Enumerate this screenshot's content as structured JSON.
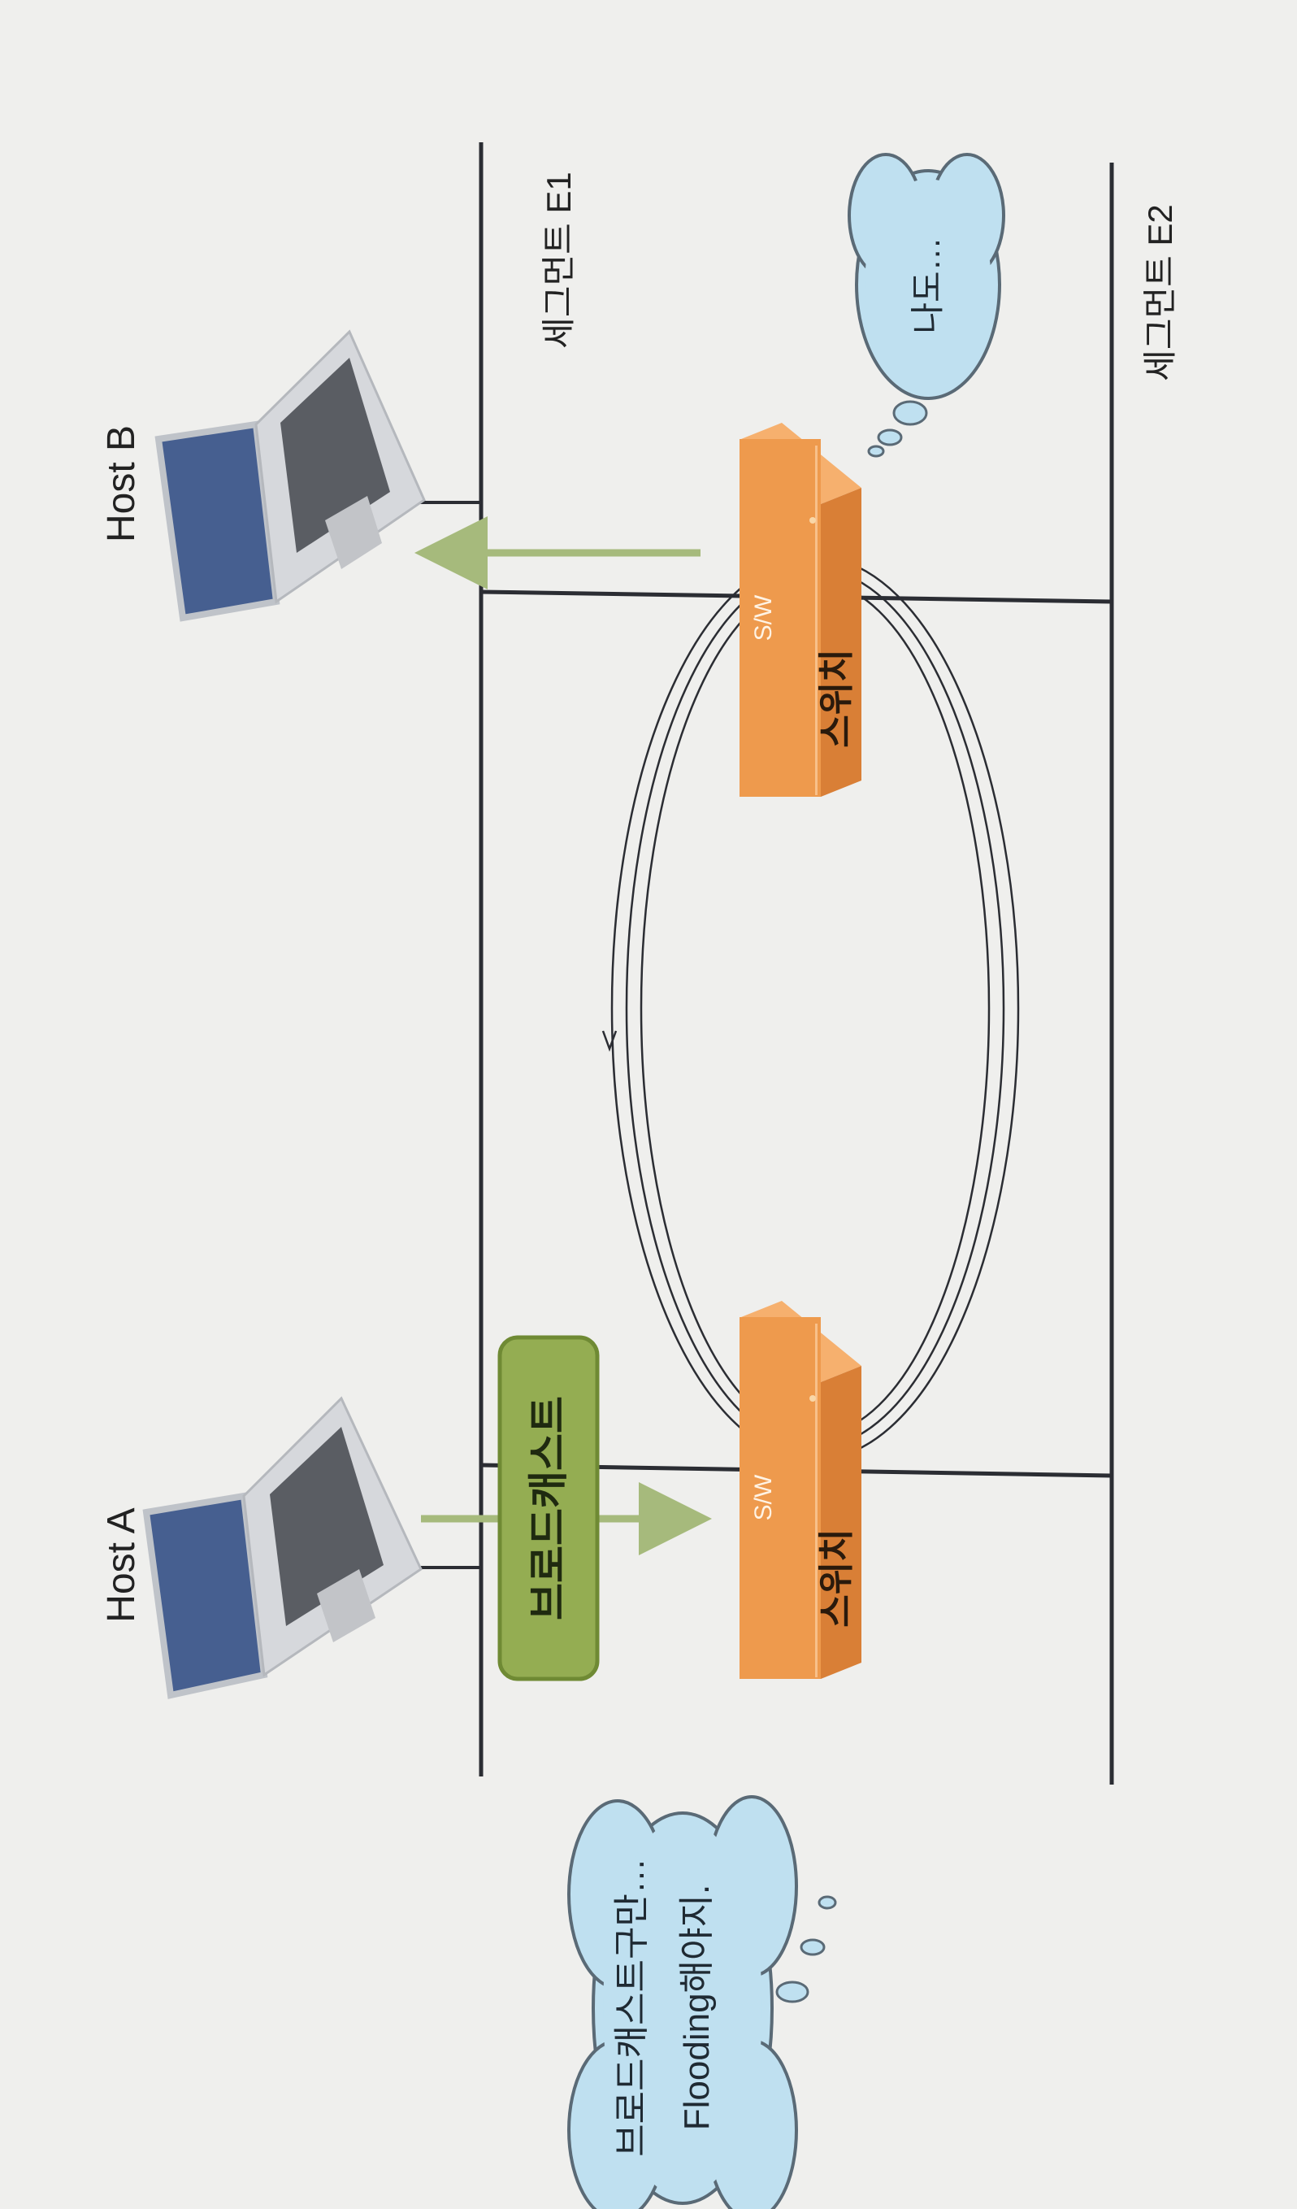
{
  "host_a": {
    "label": "Host A"
  },
  "host_b": {
    "label": "Host B"
  },
  "segment_e1": {
    "label": "세그먼트 E1"
  },
  "segment_e2": {
    "label": "세그먼트 E2"
  },
  "broadcast_badge": {
    "label": "브로드캐스트"
  },
  "switch_bottom": {
    "code": "S/W",
    "name": "스위치"
  },
  "switch_top": {
    "code": "S/W",
    "name": "스위치"
  },
  "thought_a": {
    "line1": "브로드캐스트구만…",
    "line2": "Flooding해야지."
  },
  "thought_b": {
    "text": "나도…"
  },
  "colors": {
    "background": "#efefed",
    "line": "#2b2d33",
    "arrow": "#a6ba7c",
    "badge_fill": "#94ad52",
    "badge_border": "#6f8a34",
    "switch_front": "#ee9a4d",
    "switch_top": "#f6b06e",
    "switch_side": "#d97f36",
    "cloud_fill": "#bfe0f0",
    "cloud_stroke": "#5a6a76",
    "laptop_screen": "#465f90",
    "laptop_body": "#d6d8dc"
  }
}
